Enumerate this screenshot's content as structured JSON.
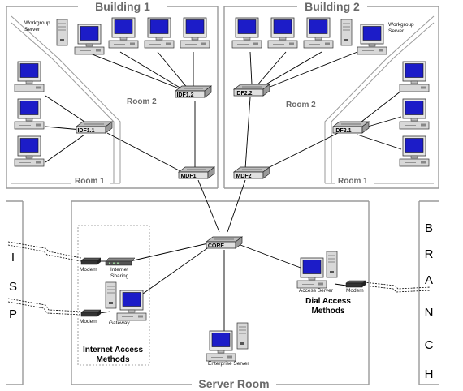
{
  "rooms": {
    "building1": "Building 1",
    "building2": "Building 2",
    "server_room": "Server Room",
    "room2_b1": "Room 2",
    "room1_b1": "Room 1",
    "room2_b2": "Room 2",
    "room1_b2": "Room 1"
  },
  "switches": {
    "idf12": "IDF1.2",
    "idf11": "IDF1.1",
    "mdf1": "MDF1",
    "idf22": "IDF2.2",
    "idf21": "IDF2.1",
    "mdf2": "MDF2",
    "core": "CORE"
  },
  "devices": {
    "workgroup_server_line1": "Workgroup",
    "workgroup_server_line2": "Server",
    "modem": "Modem",
    "internet_sharing_line1": "Internet",
    "internet_sharing_line2": "Sharing",
    "gateway": "Gateway",
    "access_server": "Access Server",
    "enterprise_server": "Enterprise Server"
  },
  "methods": {
    "internet_line1": "Internet Access",
    "internet_line2": "Methods",
    "dial_line1": "Dial Access",
    "dial_line2": "Methods"
  },
  "sides": {
    "isp": [
      "I",
      "S",
      "P"
    ],
    "branch": [
      "B",
      "R",
      "A",
      "N",
      "C",
      "H"
    ]
  },
  "colors": {
    "screen": "#1c1cc8",
    "frame": "#9a9a9a",
    "device": "#d8d8d8"
  }
}
